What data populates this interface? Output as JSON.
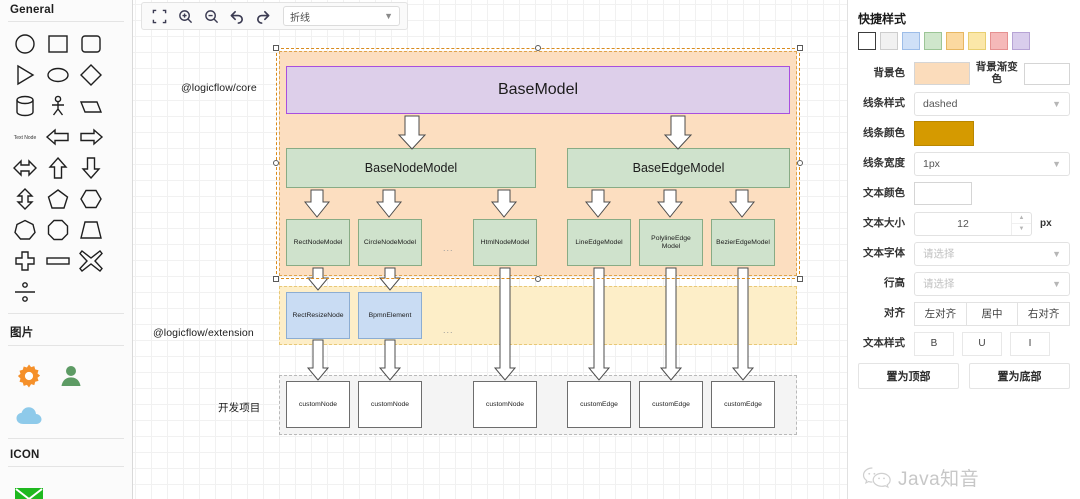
{
  "palette": {
    "sections": [
      {
        "title": "General",
        "kind": "shapes"
      },
      {
        "title": "图片",
        "kind": "images"
      },
      {
        "title": "ICON",
        "kind": "icons"
      }
    ],
    "shapes": [
      {
        "name": "circle-shape"
      },
      {
        "name": "square-shape"
      },
      {
        "name": "rounded-rect-shape"
      },
      {
        "name": "triangle-shape"
      },
      {
        "name": "ellipse-shape"
      },
      {
        "name": "diamond-shape"
      },
      {
        "name": "cylinder-shape"
      },
      {
        "name": "actor-shape"
      },
      {
        "name": "parallelogram-shape"
      },
      {
        "name": "text-node-shape",
        "label": "Text Node"
      },
      {
        "name": "arrow-left-shape"
      },
      {
        "name": "arrow-right-shape"
      },
      {
        "name": "arrow-double-horizontal-shape"
      },
      {
        "name": "arrow-up-shape"
      },
      {
        "name": "arrow-down-shape"
      },
      {
        "name": "arrow-double-vertical-shape"
      },
      {
        "name": "pentagon-shape"
      },
      {
        "name": "hexagon-shape"
      },
      {
        "name": "heptagon-shape"
      },
      {
        "name": "octagon-shape"
      },
      {
        "name": "trapezoid-shape"
      },
      {
        "name": "cross-shape"
      },
      {
        "name": "minus-shape"
      },
      {
        "name": "x-cross-shape"
      },
      {
        "name": "divide-shape"
      }
    ],
    "images": [
      {
        "name": "gear-image",
        "color": "#f5902a"
      },
      {
        "name": "user-image",
        "color": "#5d9b64"
      },
      {
        "name": "cloud-image",
        "color": "#8ecaea"
      }
    ],
    "icons": [
      {
        "name": "mail-icon",
        "color": "#1fb81f"
      }
    ]
  },
  "toolbar": {
    "buttons": [
      {
        "name": "fit-screen-button",
        "title": "适应屏幕"
      },
      {
        "name": "zoom-in-button",
        "title": "放大"
      },
      {
        "name": "zoom-out-button",
        "title": "缩小"
      },
      {
        "name": "undo-button",
        "title": "撤销"
      },
      {
        "name": "redo-button",
        "title": "重做"
      }
    ],
    "edge_type": {
      "label": "折线",
      "placeholder": "折线"
    }
  },
  "diagram": {
    "lanes": [
      {
        "label": "@logicflow/core"
      },
      {
        "label": "@logicflow/extension"
      },
      {
        "label": "开发项目"
      }
    ],
    "base_model": "BaseModel",
    "base_node_model": "BaseNodeModel",
    "base_edge_model": "BaseEdgeModel",
    "node_models": [
      "RectNodeModel",
      "CircleNodeModel",
      "HtmlNodeModel"
    ],
    "edge_models": [
      "LineEdgeModel",
      "PolylineEdge Model",
      "BezierEdgeModel"
    ],
    "edge_models_l1": [
      "LineEdgeModel",
      "PolylineEdge",
      "BezierEdgeModel"
    ],
    "polyline_line1": "PolylineEdge",
    "polyline_line2": "Model",
    "extension_nodes": [
      "RectResizeNode",
      "BpmnElement"
    ],
    "project_nodes": [
      "customNode",
      "customNode",
      "customNode"
    ],
    "project_edges": [
      "customEdge",
      "customEdge",
      "customEdge"
    ],
    "ellipsis": "...",
    "colors": {
      "core_band": "#fcdec0",
      "core_border": "#e0a44a",
      "ext_band": "#fdeec8",
      "ext_border": "#e8c877",
      "proj_band": "#f4f4f4",
      "proj_border": "#b9b9b9",
      "purple_fill": "#ddcfea",
      "purple_border": "#a84fe0",
      "green_fill": "#cfe2cc",
      "green_border": "#88ab85",
      "blue_fill": "#c9dcf3",
      "blue_border": "#8cadd2",
      "selection": "#d98b1e"
    }
  },
  "properties": {
    "title": "快捷样式",
    "quick_swatches": [
      "#ffffff",
      "#f1f1f1",
      "#cfe0f7",
      "#cfe6cb",
      "#fbd9a0",
      "#fbe7a8",
      "#f5b9b9",
      "#d9cdec"
    ],
    "bg_color_label": "背景色",
    "bg_color_value": "#fbdcbb",
    "bg_gradient_label": "背景渐变色",
    "bg_gradient_value": "#ffffff",
    "line_style_label": "线条样式",
    "line_style_value": "dashed",
    "line_color_label": "线条颜色",
    "line_color_value": "#d59a00",
    "line_width_label": "线条宽度",
    "line_width_value": "1px",
    "text_color_label": "文本颜色",
    "text_color_value": "#ffffff",
    "text_size_label": "文本大小",
    "text_size_value": "12",
    "text_size_unit": "px",
    "text_font_label": "文本字体",
    "text_font_placeholder": "请选择",
    "line_height_label": "行高",
    "line_height_placeholder": "请选择",
    "align_label": "对齐",
    "align_options": [
      "左对齐",
      "居中",
      "右对齐"
    ],
    "text_style_label": "文本样式",
    "text_style_options": [
      "B",
      "U",
      "I"
    ],
    "to_top_label": "置为顶部",
    "to_bottom_label": "置为底部"
  },
  "watermark": {
    "text": "Java知音",
    "icon": "wechat-icon"
  }
}
